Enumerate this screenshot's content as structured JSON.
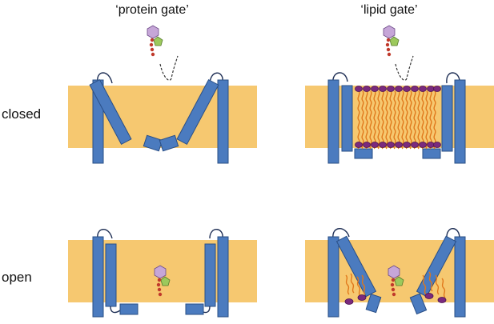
{
  "titles": {
    "protein_gate": "‘protein gate’",
    "lipid_gate": "‘lipid gate’"
  },
  "rows": {
    "closed": "closed",
    "open": "open"
  },
  "colors": {
    "membrane": "#f6c870",
    "helix": "#4b7bbf",
    "lipid_head": "#7a2a7e",
    "lipid_tail": "#e0781b",
    "ligand_hexagon": "#c6a6d8",
    "ligand_pentagon": "#9cc95c",
    "ligand_beads": "#c0392b"
  }
}
